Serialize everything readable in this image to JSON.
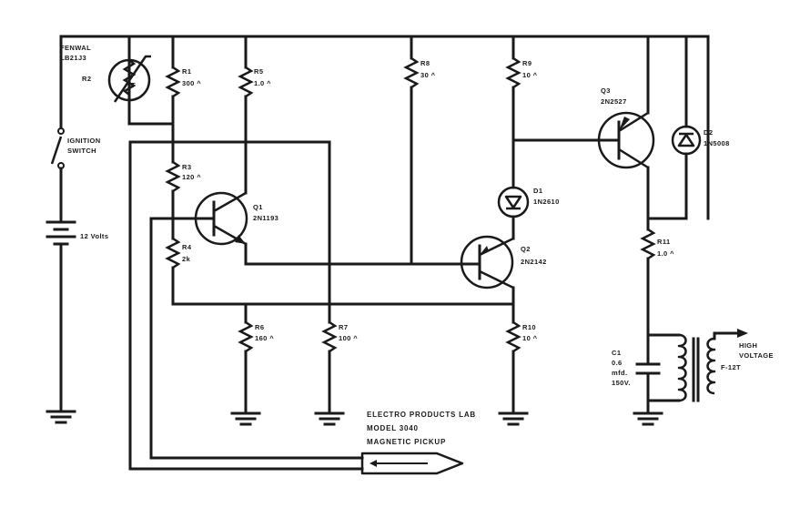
{
  "components": {
    "r2": {
      "line1": "FENWAL",
      "line2": "LB21J3",
      "ref": "R2",
      "symbol": "T"
    },
    "switch": {
      "line1": "IGNITION",
      "line2": "SWITCH"
    },
    "battery": {
      "label": "12 Volts"
    },
    "r1": {
      "ref": "R1",
      "value": "300 ^"
    },
    "r3": {
      "ref": "R3",
      "value": "120 ^"
    },
    "r4": {
      "ref": "R4",
      "value": "2k"
    },
    "r5": {
      "ref": "R5",
      "value": "1.0 ^"
    },
    "r6": {
      "ref": "R6",
      "value": "160 ^"
    },
    "r7": {
      "ref": "R7",
      "value": "100 ^"
    },
    "r8": {
      "ref": "R8",
      "value": "30 ^"
    },
    "r9": {
      "ref": "R9",
      "value": "10 ^"
    },
    "r10": {
      "ref": "R10",
      "value": "10 ^"
    },
    "r11": {
      "ref": "R11",
      "value": "1.0 ^"
    },
    "q1": {
      "ref": "Q1",
      "part": "2N1193"
    },
    "q2": {
      "ref": "Q2",
      "part": "2N2142"
    },
    "q3": {
      "ref": "Q3",
      "part": "2N2527"
    },
    "d1": {
      "ref": "D1",
      "part": "1N2610"
    },
    "d2": {
      "ref": "D2",
      "part": "1N5008"
    },
    "c1": {
      "ref": "C1",
      "value": "0.6",
      "unit": "mfd.",
      "voltage": "150V."
    },
    "transformer": {
      "label": "F-12T"
    },
    "output": {
      "line1": "HIGH",
      "line2": "VOLTAGE"
    },
    "pickup": {
      "line1": "ELECTRO PRODUCTS LAB",
      "line2": "MODEL 3040",
      "line3": "MAGNETIC PICKUP"
    }
  }
}
